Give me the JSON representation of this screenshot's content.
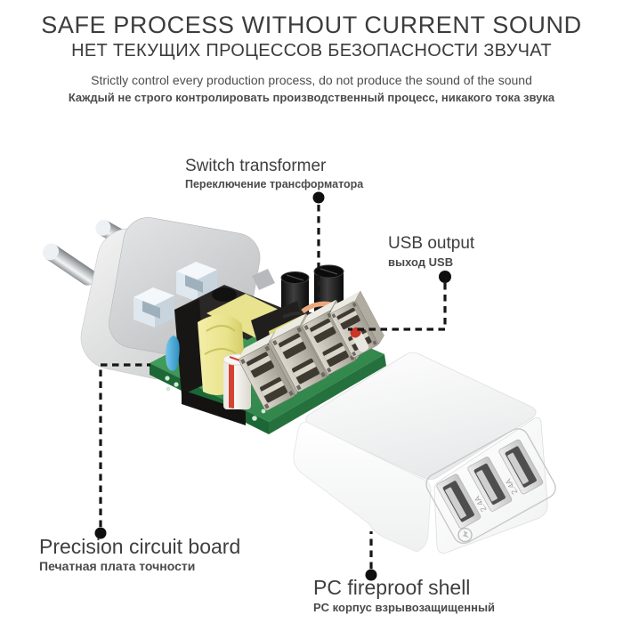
{
  "header": {
    "title": "SAFE PROCESS WITHOUT CURRENT SOUND",
    "subtitle_ru": "НЕТ ТЕКУЩИХ ПРОЦЕССОВ БЕЗОПАСНОСТИ ЗВУЧАТ",
    "tagline_en": "Strictly control every production process, do not produce the sound of the sound",
    "tagline_ru": "Каждый не строго контролировать производственный процесс, никакого тока звука"
  },
  "callouts": {
    "switch_transformer": {
      "en": "Switch transformer",
      "ru": "Переключение трансформатора"
    },
    "usb_output": {
      "en": "USB output",
      "ru": "выход USB"
    },
    "precision_circuit_board": {
      "en": "Precision circuit board",
      "ru": "Печатная плата точности"
    },
    "pc_fireproof_shell": {
      "en": "PC fireproof shell",
      "ru": "PC корпус взрывозащищенный"
    }
  },
  "product": {
    "port_labels": [
      "2.4A",
      "2.4A"
    ]
  },
  "colors": {
    "heading_text": "#3c3c3c",
    "label_text": "#3f3f3f",
    "callout_line": "#161616",
    "pcb_green": "#3e9b58",
    "transformer_yellow": "#ece793",
    "capacitor_blue": "#4aa8dd",
    "shell_white": "#ffffff",
    "plug_gray": "#c9cbcd"
  }
}
